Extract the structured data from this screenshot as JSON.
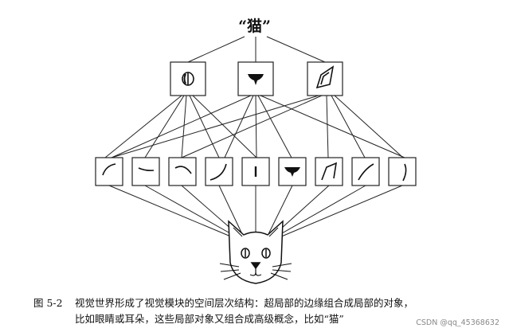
{
  "title": "“猫”",
  "caption": {
    "figure_number": "图 5-2",
    "line1": "视觉世界形成了视觉模块的空间层次结构：超局部的边缘组合成局部的对象，",
    "line2": "比如眼睛或耳朵，这些局部对象又组合成高级概念，比如“猫”"
  },
  "watermark": "CSDN @qq_45368632",
  "diagram": {
    "top_level_parts": [
      "eye-icon",
      "nose-icon",
      "ear-icon"
    ],
    "edge_feature_count": 9
  }
}
